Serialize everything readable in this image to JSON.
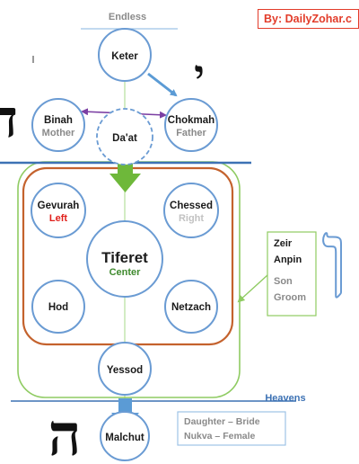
{
  "top_label": "Endless",
  "bottom_label": "Heavens",
  "byline": "By: DailyZohar.c",
  "nodes": {
    "keter": {
      "name": "Keter"
    },
    "binah": {
      "name": "Binah",
      "sub": "Mother"
    },
    "chokmah": {
      "name": "Chokmah",
      "sub": "Father"
    },
    "daat": {
      "name": "Da'at"
    },
    "gevurah": {
      "name": "Gevurah",
      "sub": "Left"
    },
    "chessed": {
      "name": "Chessed",
      "sub": "Right"
    },
    "tiferet": {
      "name": "Tiferet",
      "sub": "Center"
    },
    "hod": {
      "name": "Hod"
    },
    "netzach": {
      "name": "Netzach"
    },
    "yessod": {
      "name": "Yessod"
    },
    "malchut": {
      "name": "Malchut"
    }
  },
  "zeir_box": {
    "line1": "Zeir",
    "line2": "Anpin",
    "line3": "Son",
    "line4": "Groom"
  },
  "daughter_box": {
    "line1": "Daughter – Bride",
    "line2": "Nukva – Female"
  },
  "letters": {
    "yud": "י",
    "dalet": "ד",
    "vav": "ו",
    "he": "ה"
  },
  "colors": {
    "node_stroke": "#6a9bd3",
    "band_blue": "#3d72b4",
    "green": "#8fcb62",
    "arrow_green": "#6eb83a",
    "orange": "#c4622d",
    "purple": "#7b3fa3",
    "red": "#e0201b",
    "gray_text": "#8a8a8a",
    "arrow_blue": "#5b9bd5"
  }
}
